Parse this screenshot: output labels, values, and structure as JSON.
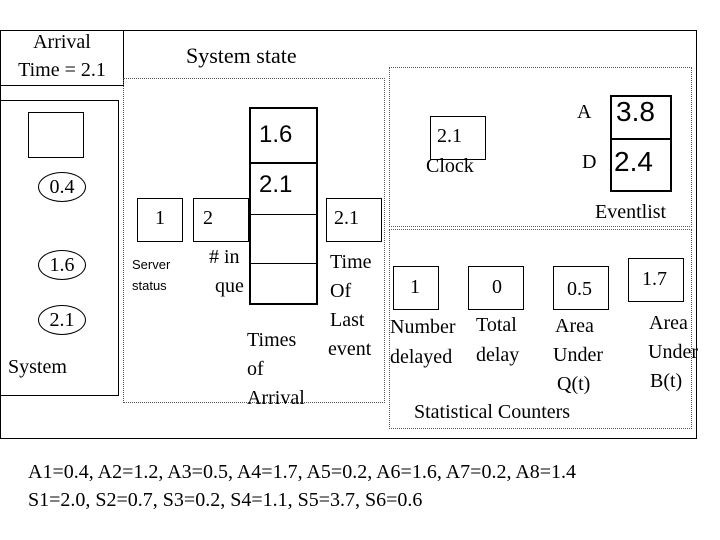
{
  "arrival_time": {
    "line1": "Arrival",
    "line2": "Time = 2.1"
  },
  "system_state_title": "System state",
  "system": {
    "label": "System",
    "customers": [
      "0.4",
      "1.6",
      "2.1"
    ]
  },
  "server": {
    "value": "1",
    "label_line1": "Server",
    "label_line2": "status"
  },
  "queue": {
    "value": "2",
    "label_line1": "# in",
    "label_line2": "que"
  },
  "arrivals": {
    "values": [
      "1.6",
      "2.1"
    ],
    "label_line1": "Times",
    "label_line2": "of",
    "label_line3": "Arrival"
  },
  "last_event": {
    "value": "2.1",
    "line1": "Time",
    "line2": "Of",
    "line3": "Last",
    "line4": "event"
  },
  "clock": {
    "value": "2.1",
    "label": "Clock"
  },
  "eventlist": {
    "label": "Eventlist",
    "rows": [
      {
        "event": "A",
        "time": "3.8"
      },
      {
        "event": "D",
        "time": "2.4"
      }
    ]
  },
  "counters": {
    "title": "Statistical Counters",
    "number_delayed": {
      "value": "1",
      "line1": "Number",
      "line2": "delayed"
    },
    "total_delay": {
      "value": "0",
      "line1": "Total",
      "line2": "delay"
    },
    "area_q": {
      "value": "0.5",
      "line1": "Area",
      "line2": "Under",
      "line3": "Q(t)"
    },
    "area_b": {
      "value": "1.7",
      "line1": "Area",
      "line2": "Under",
      "line3": "B(t)"
    }
  },
  "interarrivals": "A1=0.4, A2=1.2, A3=0.5, A4=1.7, A5=0.2, A6=1.6, A7=0.2, A8=1.4",
  "services": "S1=2.0, S2=0.7, S3=0.2, S4=1.1, S5=3.7, S6=0.6"
}
